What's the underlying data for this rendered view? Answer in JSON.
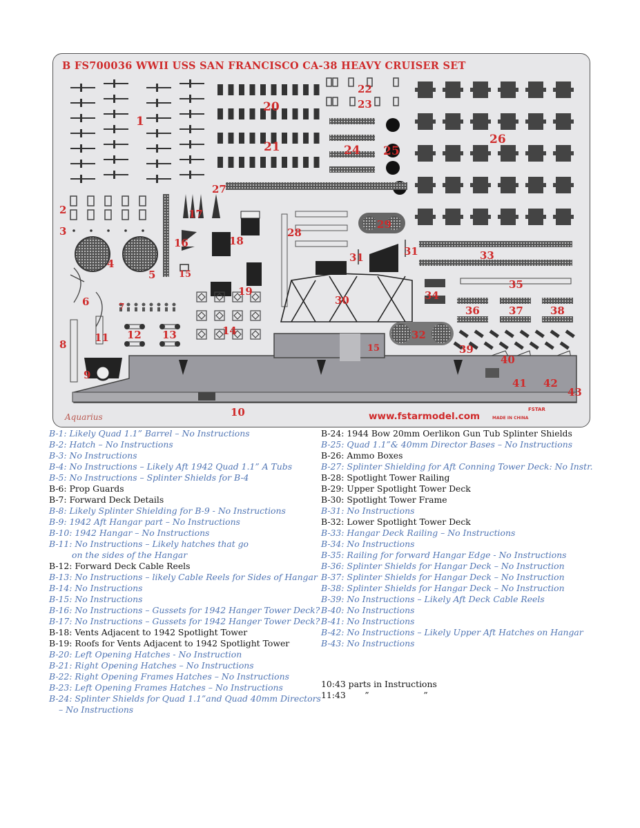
{
  "fret": {
    "title": "B  FS700036 WWII USS SAN FRANCISCO CA-38 HEAVY CRUISER SET",
    "maker": "Aquarius",
    "website": "www.fstarmodel.com",
    "origin": "MADE IN CHINA",
    "logo": "FSTAR",
    "part_numbers": [
      "1",
      "2",
      "3",
      "4",
      "5",
      "6",
      "7",
      "8",
      "9",
      "10",
      "11",
      "12",
      "13",
      "14",
      "15",
      "15",
      "16",
      "17",
      "18",
      "19",
      "20",
      "21",
      "22",
      "23",
      "24",
      "25",
      "26",
      "27",
      "28",
      "29",
      "30",
      "31",
      "31",
      "32",
      "33",
      "34",
      "35",
      "36",
      "37",
      "38",
      "39",
      "40",
      "41",
      "42",
      "43"
    ]
  },
  "legend": {
    "left": [
      {
        "prefix": "B-1: ",
        "text": "Likely Quad 1.1” Barrel – No Instructions",
        "instructions": false
      },
      {
        "prefix": "B-2: ",
        "text": "Hatch – No Instructions",
        "instructions": false
      },
      {
        "prefix": "B-3: ",
        "text": "No Instructions",
        "instructions": false
      },
      {
        "prefix": "B-4: ",
        "text": "No Instructions – Likely Aft 1942 Quad 1.1” A Tubs",
        "instructions": false
      },
      {
        "prefix": "B-5: ",
        "text": "No Instructions – Splinter Shields for B-4",
        "instructions": false
      },
      {
        "prefix": "B-6: ",
        "text": "Prop Guards",
        "instructions": true
      },
      {
        "prefix": "B-7: ",
        "text": "Forward Deck Details",
        "instructions": true
      },
      {
        "prefix": "B-8: ",
        "text": "Likely Splinter Shielding for B-9 - No Instructions",
        "instructions": false
      },
      {
        "prefix": "B-9: ",
        "text": "1942 Aft Hangar part – No Instructions",
        "instructions": false
      },
      {
        "prefix": "B-10: ",
        "text": "1942 Hangar – No Instructions",
        "instructions": false
      },
      {
        "prefix": "B-11: ",
        "text": "No Instructions – Likely hatches that go",
        "cont": "on the sides of the Hangar",
        "instructions": false
      },
      {
        "prefix": "B-12: ",
        "text": "Forward Deck Cable Reels",
        "instructions": true
      },
      {
        "prefix": "B-13: ",
        "text": "No Instructions – likely Cable Reels for Sides of Hangar",
        "instructions": false
      },
      {
        "prefix": "B-14: ",
        "text": "No Instructions",
        "instructions": false
      },
      {
        "prefix": "B-15: ",
        "text": "No Instructions",
        "instructions": false
      },
      {
        "prefix": "B-16: ",
        "text": "No Instructions – Gussets for 1942 Hanger Tower Deck?",
        "instructions": false
      },
      {
        "prefix": "B-17: ",
        "text": "No Instructions – Gussets for 1942 Hanger Tower Deck?",
        "instructions": false
      },
      {
        "prefix": "B-18: ",
        "text": "Vents Adjacent to 1942 Spotlight Tower",
        "instructions": true
      },
      {
        "prefix": "B-19: ",
        "text": "Roofs for Vents Adjacent to 1942 Spotlight Tower",
        "instructions": true
      },
      {
        "prefix": "B-20: ",
        "text": "Left Opening Hatches - No Instruction",
        "instructions": false
      },
      {
        "prefix": "B-21: ",
        "text": "Right Opening Hatches – No Instructions",
        "instructions": false
      },
      {
        "prefix": "B-22: ",
        "text": "Right Opening Frames Hatches – No Instructions",
        "instructions": false
      },
      {
        "prefix": "B-23: ",
        "text": "Left Opening Frames Hatches – No Instructions",
        "instructions": false
      },
      {
        "prefix": "B-24: ",
        "text": "Splinter Shields for Quad 1.1”and Quad 40mm Directors",
        "cont2": "–       No Instructions",
        "instructions": false
      }
    ],
    "right": [
      {
        "prefix": "B-24: ",
        "text": "1944 Bow 20mm Oerlikon Gun Tub Splinter Shields",
        "instructions": true
      },
      {
        "prefix": "B-25: ",
        "text": "Quad 1.1”& 40mm Director Bases – No Instructions",
        "instructions": false
      },
      {
        "prefix": "B-26: ",
        "text": "Ammo Boxes",
        "instructions": true
      },
      {
        "prefix": "B-27: ",
        "text": "Splinter Shielding for Aft Conning Tower Deck: No Instr.",
        "instructions": false
      },
      {
        "prefix": "B-28: ",
        "text": "Spotlight Tower Railing",
        "instructions": true
      },
      {
        "prefix": "B-29: ",
        "text": "Upper Spotlight Tower Deck",
        "instructions": true
      },
      {
        "prefix": "B-30: ",
        "text": "Spotlight Tower Frame",
        "instructions": true
      },
      {
        "prefix": "B-31: ",
        "text": "No Instructions",
        "instructions": false
      },
      {
        "prefix": "B-32: ",
        "text": "Lower Spotlight Tower Deck",
        "instructions": true
      },
      {
        "prefix": "B-33: ",
        "text": "Hangar Deck Railing – No Instructions",
        "instructions": false
      },
      {
        "prefix": "B-34: ",
        "text": "No Instructions",
        "instructions": false
      },
      {
        "prefix": "B-35: ",
        "text": "Railing for forward Hangar Edge - No Instructions",
        "instructions": false
      },
      {
        "prefix": "B-36: ",
        "text": "Splinter Shields for Hangar Deck – No Instruction",
        "instructions": false
      },
      {
        "prefix": "B-37: ",
        "text": "Splinter Shields for Hangar Deck – No Instruction",
        "instructions": false
      },
      {
        "prefix": "B-38: ",
        "text": "Splinter Shields for Hangar Deck – No Instruction",
        "instructions": false
      },
      {
        "prefix": "B-39: ",
        "text": "No Instructions – Likely Aft Deck Cable Reels",
        "instructions": false
      },
      {
        "prefix": "B-40: ",
        "text": "No Instructions",
        "instructions": false
      },
      {
        "prefix": "B-41: ",
        "text": "No Instructions",
        "instructions": false
      },
      {
        "prefix": "B-42: ",
        "text": "No Instructions – Likely Upper Aft Hatches on Hangar",
        "instructions": false
      },
      {
        "prefix": "B-43: ",
        "text": "No Instructions",
        "instructions": false
      }
    ],
    "summary": [
      "10:43 parts in Instructions",
      "11:43       ”                    ”"
    ]
  }
}
